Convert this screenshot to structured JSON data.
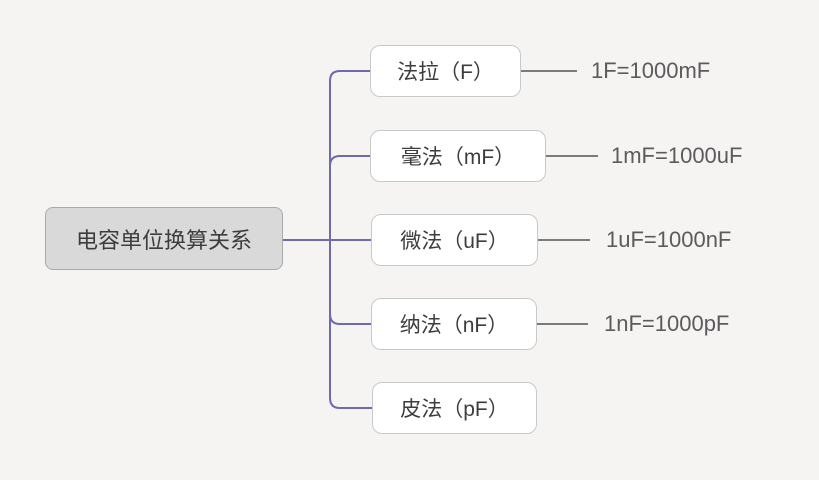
{
  "mindmap": {
    "root": {
      "label": "电容单位换算关系"
    },
    "children": [
      {
        "label": "法拉（F）",
        "note": "1F=1000mF"
      },
      {
        "label": "毫法（mF）",
        "note": "1mF=1000uF"
      },
      {
        "label": "微法（uF）",
        "note": "1uF=1000nF"
      },
      {
        "label": "纳法（nF）",
        "note": "1nF=1000pF"
      },
      {
        "label": "皮法（pF）"
      }
    ],
    "colors": {
      "branch_line": "#6f6aad",
      "leaf_line": "#7d7a77",
      "root_fill": "#d9d9d9",
      "root_border": "#a9a9a9",
      "node_fill": "#ffffff",
      "node_border": "#c9c9c9",
      "node_text": "#3d3d3d",
      "note_text": "#5b5b5d",
      "canvas_bg": "#f5f4f2"
    }
  }
}
